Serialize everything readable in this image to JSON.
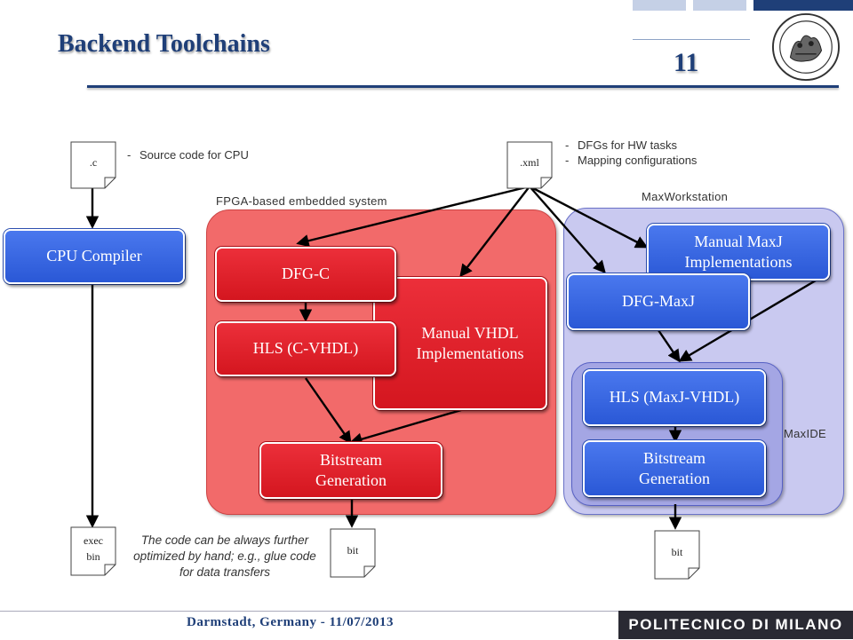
{
  "header": {
    "title": "Backend Toolchains",
    "page_number": "11"
  },
  "documents": {
    "c": ".c",
    "xml": ".xml",
    "exec_line1": "exec",
    "exec_line2": "bin",
    "bit_left": "bit",
    "bit_right": "bit"
  },
  "notes": {
    "source_code": "Source code for CPU",
    "dfgs": "DFGs for HW tasks",
    "mapping": "Mapping configurations",
    "dash": "-",
    "optimization": "The code can be always further optimized by hand; e.g., glue code for data transfers"
  },
  "regions": {
    "fpga": "FPGA-based embedded system",
    "maxworkstation": "MaxWorkstation",
    "maxide": "MaxIDE"
  },
  "boxes": {
    "cpu_compiler": "CPU Compiler",
    "dfg_c": "DFG-C",
    "hls_c_vhdl": "HLS (C-VHDL)",
    "manual_vhdl_line1": "Manual VHDL",
    "manual_vhdl_line2": "Implementations",
    "bitstream_red_line1": "Bitstream",
    "bitstream_red_line2": "Generation",
    "manual_maxj_line1": "Manual MaxJ",
    "manual_maxj_line2": "Implementations",
    "dfg_maxj": "DFG-MaxJ",
    "hls_maxj_vhdl": "HLS (MaxJ-VHDL)",
    "bitstream_blue_line1": "Bitstream",
    "bitstream_blue_line2": "Generation"
  },
  "footer": {
    "location": "Darmstadt, Germany - 11/07/2013",
    "institution": "POLITECNICO DI MILANO"
  },
  "colors": {
    "accent_blue": "#1f3f78",
    "box_blue": "#2a58d6",
    "box_red": "#d4161f",
    "fpga_region": "#f26a6a",
    "maxworkstation_region": "#c9c9f0",
    "maxide_region": "#a4a6e4"
  }
}
